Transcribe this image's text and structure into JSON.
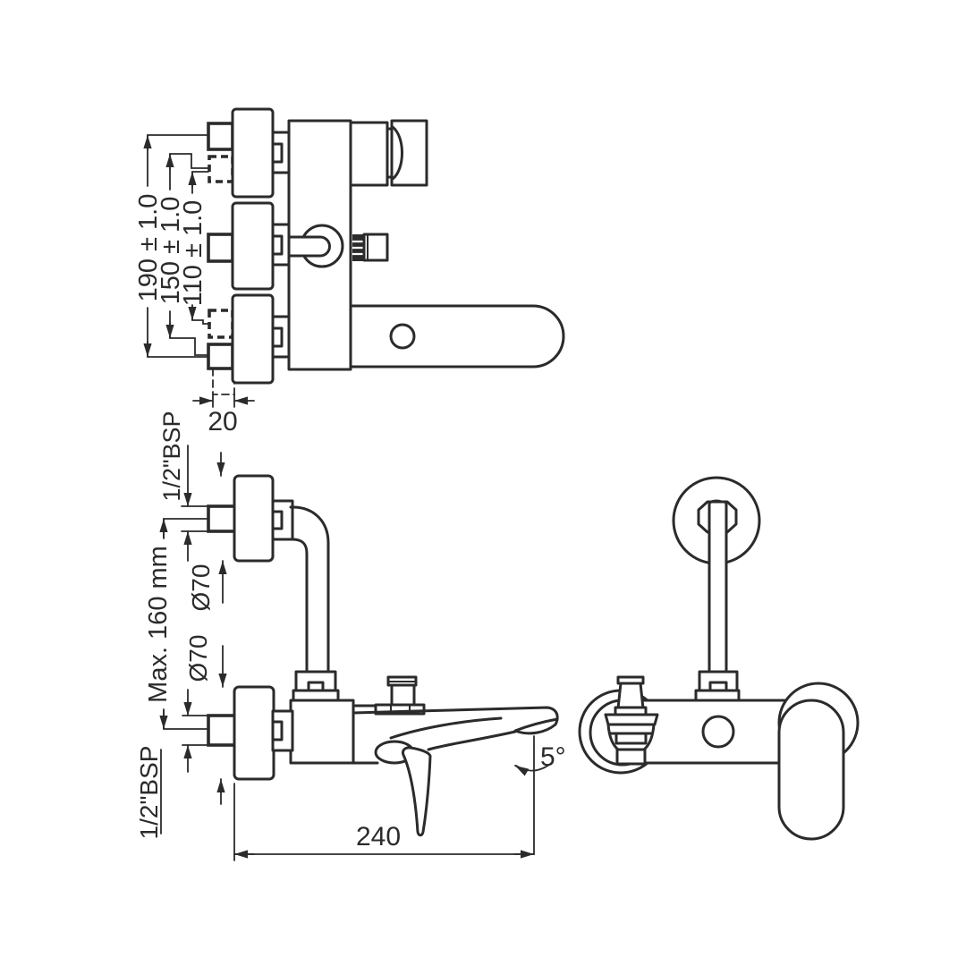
{
  "drawing": {
    "background": "#ffffff",
    "stroke_color": "#2b2b2b",
    "description": "Technical dimension drawing of a wall-mounted bath shower mixer tap, three orthographic views"
  },
  "top_view": {
    "dim_190": "190 ± 1.0",
    "dim_150": "150 ± 1.0",
    "dim_110": "110 ± 1.0",
    "dim_20": "20"
  },
  "front_view": {
    "thread_top": "1/2\"BSP",
    "max_height": "Max. 160 mm",
    "flange_dia_top": "Ø70",
    "flange_dia_bottom": "Ø70",
    "thread_bottom": "1/2\"BSP",
    "spout_reach": "240",
    "spout_angle": "5°"
  }
}
